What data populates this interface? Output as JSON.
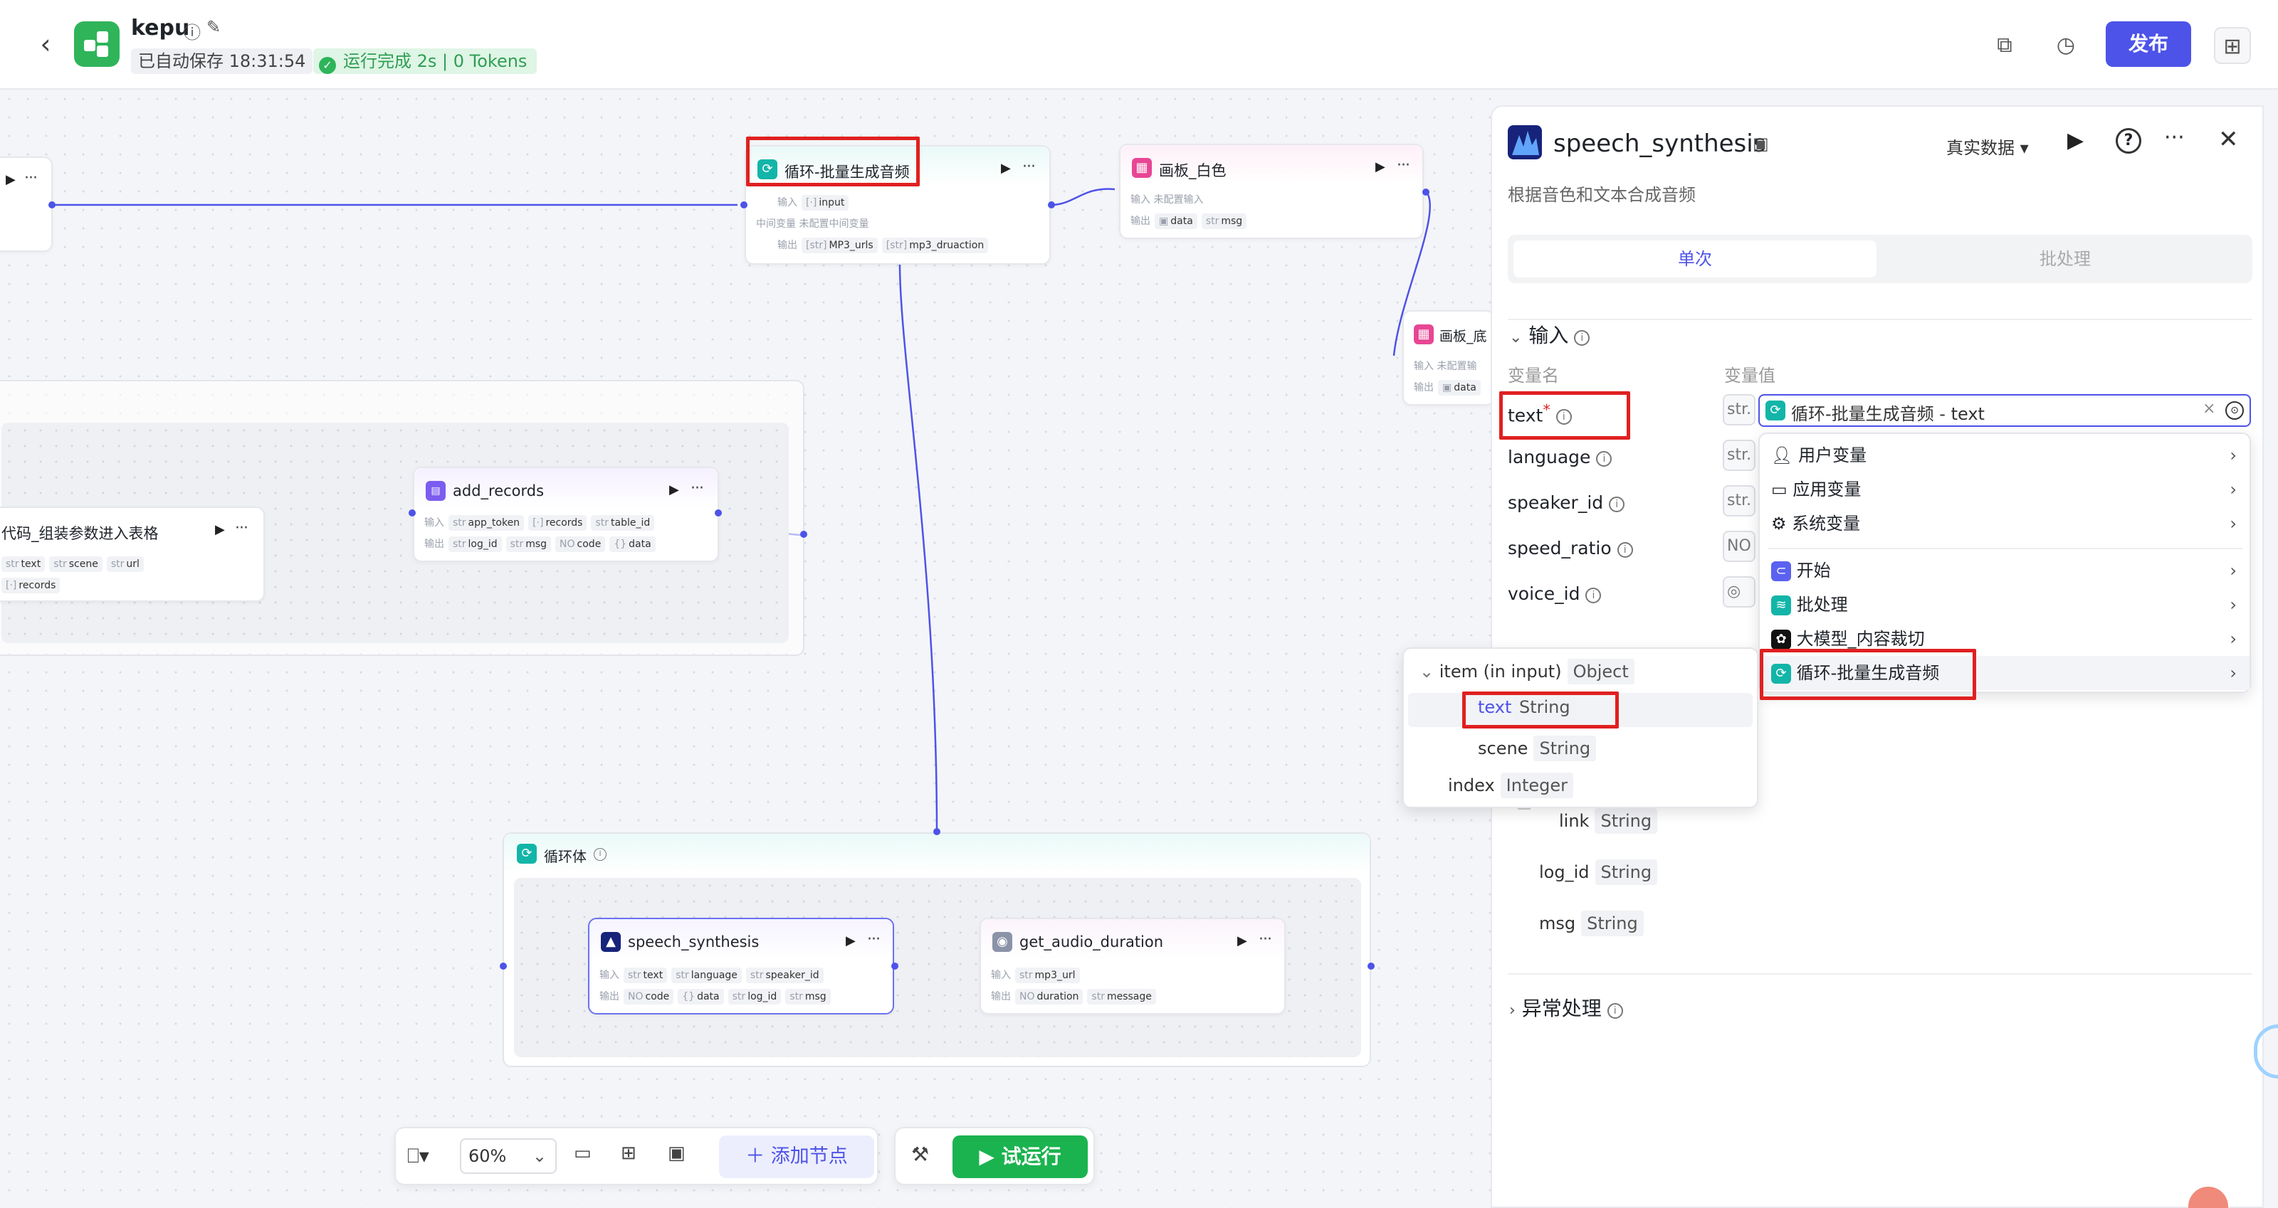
{
  "header": {
    "back_icon": "arrow-left",
    "app_name": "kepu",
    "autosave": "已自动保存 18:31:54",
    "run_status": "运行完成 2s | 0 Tokens",
    "publish_label": "发布",
    "brand_color": "#4d53e8",
    "success_color": "#2fb45a"
  },
  "canvas": {
    "loop_node": {
      "title": "循环-批量生成音频",
      "input_label": "输入",
      "input_tag": "input",
      "mid_label": "中间变量",
      "mid_value": "未配置中间变量",
      "output_label": "输出",
      "output_tags": [
        "MP3_urls",
        "mp3_druaction"
      ]
    },
    "board_white": {
      "title": "画板_白色",
      "input_label": "输入",
      "input_value": "未配置输入",
      "output_label": "输出",
      "output_tags": [
        "data",
        "msg"
      ]
    },
    "board_bottom": {
      "title": "画板_底",
      "input_label": "输入",
      "input_value": "未配置输",
      "output_label": "输出",
      "output_tag": "data"
    },
    "code_node": {
      "title": "代码_组装参数进入表格",
      "tags": [
        "text",
        "scene",
        "url"
      ],
      "out_tag": "records"
    },
    "add_records": {
      "title": "add_records",
      "input_label": "输入",
      "input_tags": [
        "app_token",
        "records",
        "table_id"
      ],
      "output_label": "输出",
      "output_tags": [
        "log_id",
        "msg",
        "code",
        "data"
      ]
    },
    "loop_body": {
      "title": "循环体"
    },
    "speech_node": {
      "title": "speech_synthesis",
      "input_label": "输入",
      "input_tags": [
        "text",
        "language",
        "speaker_id"
      ],
      "output_label": "输出",
      "output_tags": [
        "code",
        "data",
        "log_id",
        "msg"
      ]
    },
    "duration_node": {
      "title": "get_audio_duration",
      "input_label": "输入",
      "input_tag": "mp3_url",
      "output_label": "输出",
      "output_tags": [
        "duration",
        "message"
      ]
    }
  },
  "toolbar": {
    "zoom_value": "60%",
    "add_node_label": "添加节点",
    "test_run_label": "试运行"
  },
  "panel": {
    "title": "speech_synthesis",
    "description": "根据音色和文本合成音频",
    "data_mode": "真实数据",
    "tabs": [
      "单次",
      "批处理"
    ],
    "input_section": "输入",
    "col_name": "变量名",
    "col_value": "变量值",
    "variables": [
      {
        "name": "text",
        "required": "*"
      },
      {
        "name": "language"
      },
      {
        "name": "speaker_id"
      },
      {
        "name": "speed_ratio"
      },
      {
        "name": "voice_id"
      }
    ],
    "type_prefixes": [
      "str.",
      "str.",
      "str.",
      "NO",
      ""
    ],
    "selected_value": "循环-批量生成音频 - text",
    "error_section": "异常处理",
    "outputs_below": [
      {
        "name": "link",
        "type": "String"
      },
      {
        "name": "log_id",
        "type": "String"
      },
      {
        "name": "msg",
        "type": "String"
      }
    ]
  },
  "var_menu": {
    "items": [
      "用户变量",
      "应用变量",
      "系统变量",
      "开始",
      "批处理",
      "大模型_内容裁切",
      "循环-批量生成音频"
    ],
    "icons": [
      "user-icon",
      "folder-icon",
      "gear-icon",
      "start-icon",
      "batch-icon",
      "llm-icon",
      "loop-icon"
    ]
  },
  "sub_menu": {
    "group_name": "item (in input)",
    "group_type": "Object",
    "items": [
      {
        "name": "text",
        "type": "String"
      },
      {
        "name": "scene",
        "type": "String"
      }
    ],
    "index_name": "index",
    "index_type": "Integer"
  }
}
